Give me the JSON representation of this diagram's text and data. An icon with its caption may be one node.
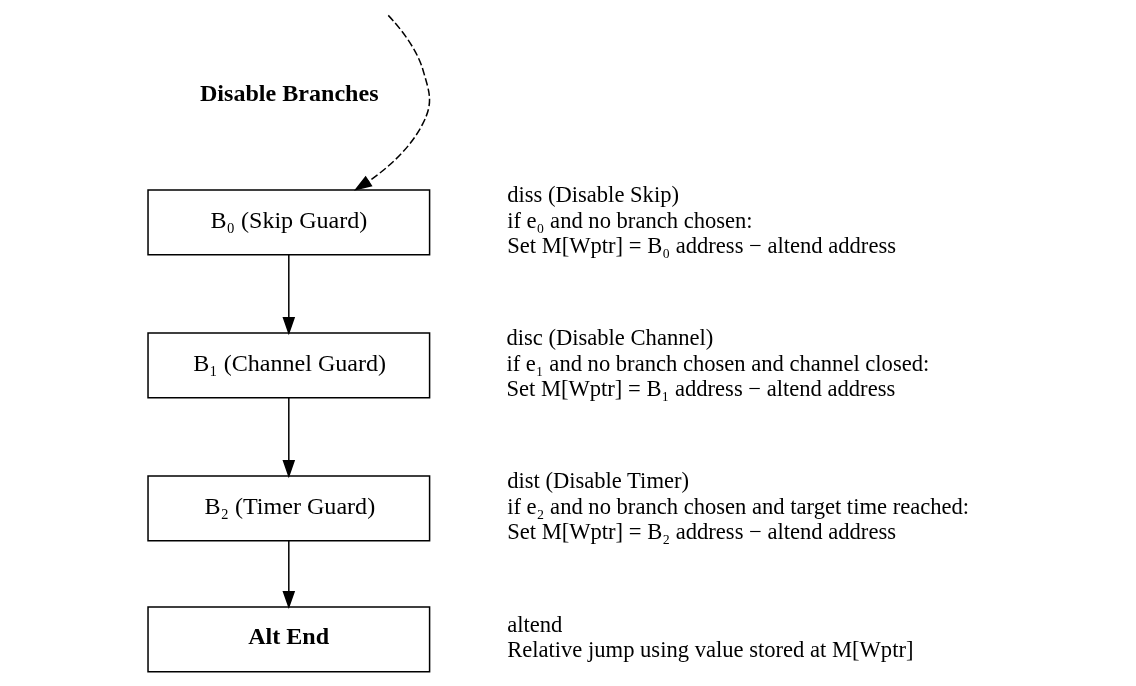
{
  "diagram": {
    "nodes": [
      {
        "text": [
          "B₀ (Skip Guard)"
        ],
        "beside": [
          "diss (Disable Skip)",
          "if e₀ and no branch chosen:",
          "Set M[Wptr] = B₀ address − altend address"
        ]
      },
      {
        "text": [
          "B₁ (Channel Guard)"
        ],
        "beside": [
          "disc (Disable Channel)",
          "if e₁ and no branch chosen and channel closed:",
          "Set M[Wptr] = B₁ address − altend address"
        ]
      },
      {
        "text": [
          "B₂ (Timer Guard)"
        ],
        "beside": [
          "dist (Disable Timer)",
          "if e₂ and no branch chosen and target time reached:",
          "Set M[Wptr] = B₂ address − altend address"
        ]
      },
      {
        "text": [
          "Alt End"
        ],
        "beside": [
          "altend",
          "Relative jump using value stored at M[Wptr]"
        ]
      }
    ],
    "edges": [
      {
        "from": null,
        "to": 0,
        "arrow": "to",
        "style": "dashed"
      },
      {
        "from": 0,
        "to": 1,
        "arrow": "to"
      },
      {
        "from": 1,
        "to": 2,
        "arrow": "to"
      },
      {
        "from": 2,
        "to": 3,
        "arrow": "to"
      }
    ],
    "labels": [
      "Disable Branches"
    ]
  }
}
